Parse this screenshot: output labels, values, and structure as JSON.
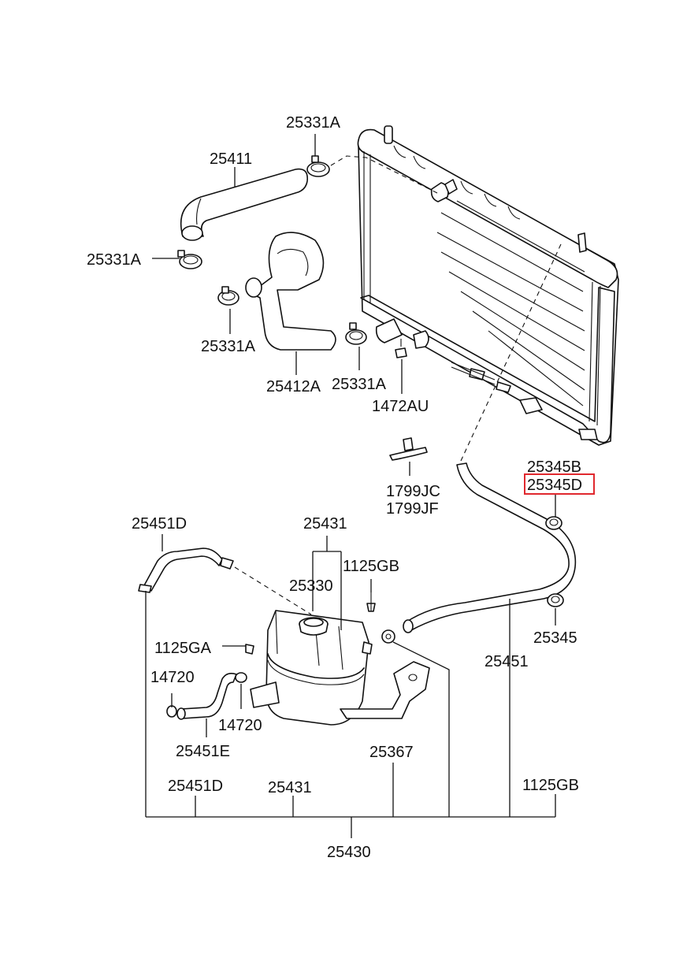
{
  "labels": {
    "clamp_top": "25331A",
    "upper_hose": "25411",
    "clamp_left": "25331A",
    "clamp_mid": "25331A",
    "lower_hose": "25412A",
    "clamp_lower": "25331A",
    "drain_plug": "1472AU",
    "clip_a": "1799JC",
    "clip_b": "1799JF",
    "clamp_b": "25345B",
    "clamp_d": "25345D",
    "clamp": "25345",
    "overflow_hose": "25451",
    "hose_d": "25451D",
    "reservoir": "25431",
    "cap": "25330",
    "bolt_gb": "1125GB",
    "bolt_ga": "1125GA",
    "hose_clamp_1": "14720",
    "hose_clamp_2": "14720",
    "hose_e": "25451E",
    "bracket": "25367",
    "tree_hose_d": "25451D",
    "tree_reservoir": "25431",
    "tree_bolt": "1125GB",
    "assembly": "25430"
  },
  "highlight": "25345D",
  "colors": {
    "line": "#111111",
    "highlight": "#e0282e",
    "background": "#ffffff"
  }
}
